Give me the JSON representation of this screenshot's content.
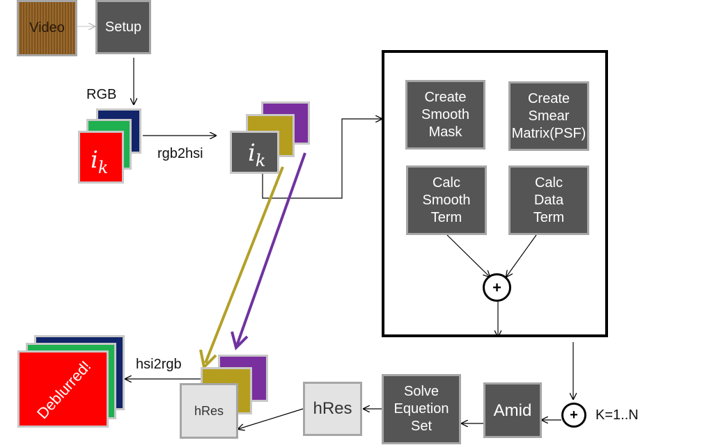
{
  "nodes": {
    "video": "Video",
    "setup": "Setup",
    "create_smooth_mask": "Create\nSmooth\nMask",
    "create_smear_matrix": "Create\nSmear\nMatrix(PSF)",
    "calc_smooth_term": "Calc\nSmooth\nTerm",
    "calc_data_term": "Calc\nData\nTerm",
    "amid": "Amid",
    "solve_equation_set": "Solve\nEquetion\nSet",
    "hres_large": "hRes",
    "hres_small": "hRes",
    "deblurred": "Deblurred!"
  },
  "labels": {
    "rgb": "RGB",
    "rgb2hsi": "rgb2hsi",
    "hsi2rgb": "hsi2rgb",
    "iteration": "K=1..N",
    "plus_symbol": "+"
  },
  "symbols": {
    "ik_base": "i",
    "ik_sub": "k"
  },
  "colors": {
    "video_brown": "#9a6a2c",
    "node_dark": "#555555",
    "node_light": "#e3e3e3",
    "rgb_red": "#ff0000",
    "rgb_green": "#1fb050",
    "rgb_blue": "#12256a",
    "hsi_purple": "#7a2f9e",
    "hsi_olive": "#b59e1e",
    "arrow_olive": "#b3a028",
    "arrow_purple": "#6f33a0"
  }
}
